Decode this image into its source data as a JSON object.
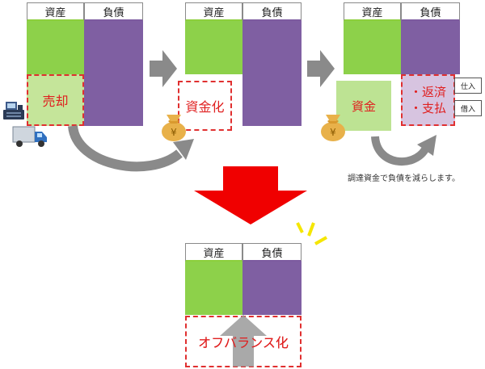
{
  "labels": {
    "assets": "資産",
    "liabilities": "負債",
    "sale": "売却",
    "cash_conversion": "資金化",
    "cash": "資金",
    "repay_line1": "・返済",
    "repay_line2": "・支払",
    "purchase_tag": "仕入",
    "borrow_tag": "借入",
    "note": "調達資金で負債を減らします。",
    "off_balance": "オフバランス化",
    "yen": "¥"
  },
  "colors": {
    "asset_green": "#8dd14a",
    "liability_purple": "#7f5fa2",
    "dashed_red": "#e03030",
    "arrow_gray": "#8a8a8a",
    "big_arrow_red": "#f00000",
    "spark_yellow": "#f5e600"
  }
}
